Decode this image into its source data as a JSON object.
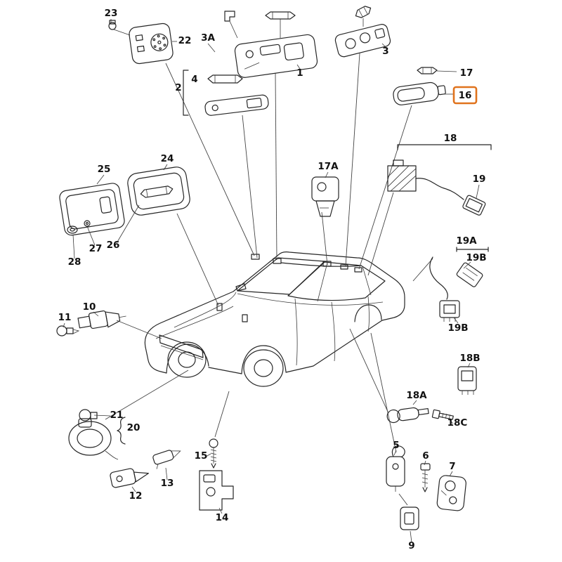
{
  "diagram": {
    "type": "exploded-parts-diagram",
    "subject": "sedan-interior-lights-and-switches",
    "selected_part": "16",
    "highlight_color": "#e0731d",
    "line_color": "#262626",
    "background_color": "#ffffff",
    "labels": {
      "p1": "1",
      "p2": "2",
      "p3": "3",
      "p3a": "3A",
      "p4": "4",
      "p5": "5",
      "p6": "6",
      "p7": "7",
      "p9": "9",
      "p10": "10",
      "p11": "11",
      "p12": "12",
      "p13": "13",
      "p14": "14",
      "p15": "15",
      "p16": "16",
      "p17": "17",
      "p17a": "17A",
      "p18": "18",
      "p18a": "18A",
      "p18b": "18B",
      "p18c": "18C",
      "p19": "19",
      "p19a": "19A",
      "p19b_upper": "19B",
      "p19b_lower": "19B",
      "p20": "20",
      "p21": "21",
      "p22": "22",
      "p23": "23",
      "p24": "24",
      "p25": "25",
      "p26": "26",
      "p27": "27",
      "p28": "28"
    }
  }
}
